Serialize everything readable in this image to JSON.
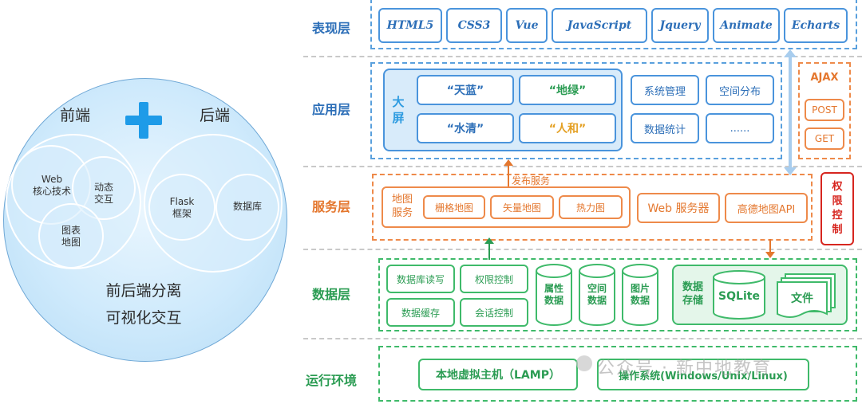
{
  "left_diagram": {
    "frontend_label": "前端",
    "backend_label": "后端",
    "web_core": "Web\n核心技术",
    "dynamic_interaction": "动态\n交互",
    "chart_map": "图表\n地图",
    "flask": "Flask\n框架",
    "database": "数据库",
    "line1": "前后端分离",
    "line2": "可视化交互",
    "accent_color": "#1e9be8"
  },
  "layers": {
    "presentation": "表现层",
    "application": "应用层",
    "service": "服务层",
    "data": "数据层",
    "runtime": "运行环境"
  },
  "presentation_items": [
    "HTML5",
    "CSS3",
    "Vue",
    "JavaScript",
    "Jquery",
    "Animate",
    "Echarts"
  ],
  "application": {
    "big_screen": "大\n屏",
    "tiles": [
      "“天蓝”",
      "“地绿”",
      "“水清”",
      "“人和”"
    ],
    "system_management": "系统管理",
    "spatial_distribution": "空间分布",
    "data_statistics": "数据统计",
    "more": "......"
  },
  "ajax": {
    "title": "AJAX",
    "post": "POST",
    "get": "GET"
  },
  "service": {
    "publish_label": "发布服务",
    "map_service": "地图\n服务",
    "raster_map": "栅格地图",
    "vector_map": "矢量地图",
    "heat_map": "热力图",
    "web_server": "Web 服务器",
    "amap_api": "高德地图API"
  },
  "permission_control": "权\n限\n控\n制",
  "data_layer": {
    "db_rw": "数据库读写",
    "permission": "权限控制",
    "cache": "数据缓存",
    "session": "会话控制",
    "attr_data": "属性\n数据",
    "spatial_data": "空间\n数据",
    "image_data": "图片\n数据",
    "data_storage": "数据\n存储",
    "sqlite": "SQLite",
    "files": "文件"
  },
  "runtime": {
    "local_vm": "本地虚拟主机（LAMP）",
    "os": "操作系统(Windows/Unix/Linux)"
  },
  "watermark": "公众号 · 新中地教育",
  "colors": {
    "blue": "#2d6fb8",
    "orange": "#e4772e",
    "green": "#2b9c53",
    "red": "#d7261f"
  }
}
